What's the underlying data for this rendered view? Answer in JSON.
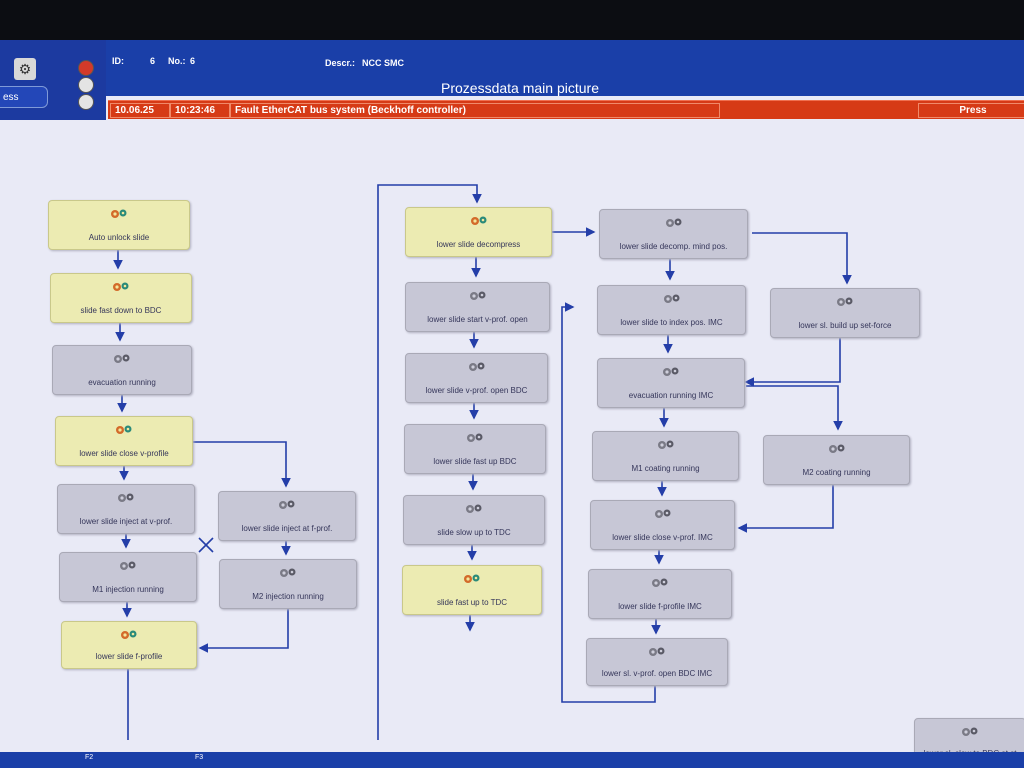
{
  "header": {
    "id_label": "ID:",
    "id_value": "6",
    "no_label": "No.:",
    "no_value": "6",
    "descr_label": "Descr.:",
    "descr_value": "NCC SMC",
    "title": "Prozessdata main picture",
    "press_button": "ess",
    "lamp_colors": [
      "#d23a2a",
      "#e4e4e4",
      "#e4e4e4"
    ]
  },
  "message": {
    "date": "10.06.25",
    "time": "10:23:46",
    "text": "Fault EtherCAT bus system (Beckhoff controller)",
    "right_label": "Press"
  },
  "nodes": [
    {
      "label": "Auto unlock slide",
      "active": true
    },
    {
      "label": "slide fast down to BDC",
      "active": true
    },
    {
      "label": "evacuation running",
      "active": false
    },
    {
      "label": "lower slide close v-profile",
      "active": true
    },
    {
      "label": "lower slide inject at v-prof.",
      "active": false
    },
    {
      "label": "lower slide inject at f-prof.",
      "active": false
    },
    {
      "label": "M1 injection running",
      "active": false
    },
    {
      "label": "M2 injection running",
      "active": false
    },
    {
      "label": "lower slide f-profile",
      "active": true
    },
    {
      "label": "lower slide decompress",
      "active": true
    },
    {
      "label": "lower slide start v-prof. open",
      "active": false
    },
    {
      "label": "lower slide v-prof. open BDC",
      "active": false
    },
    {
      "label": "lower slide fast up BDC",
      "active": false
    },
    {
      "label": "slide slow up to TDC",
      "active": false
    },
    {
      "label": "slide fast up to TDC",
      "active": true
    },
    {
      "label": "lower slide decomp. mind pos.",
      "active": false
    },
    {
      "label": "lower slide to index pos. IMC",
      "active": false
    },
    {
      "label": "lower sl. build up set-force",
      "active": false
    },
    {
      "label": "evacuation running IMC",
      "active": false
    },
    {
      "label": "M1 coating running",
      "active": false
    },
    {
      "label": "M2 coating running",
      "active": false
    },
    {
      "label": "lower slide close v-prof. IMC",
      "active": false
    },
    {
      "label": "lower slide f-profile IMC",
      "active": false
    },
    {
      "label": "lower sl. v-prof. open BDC IMC",
      "active": false
    },
    {
      "label": "lower sl. slow to BDC at st",
      "active": false
    }
  ],
  "function_keys": [
    "F2",
    "F3"
  ],
  "colors": {
    "active_node": "#ecebb2",
    "inactive_node": "#c7c7d6",
    "link": "#243ea8",
    "header": "#1a3fa8",
    "alarm": "#d63a16"
  }
}
